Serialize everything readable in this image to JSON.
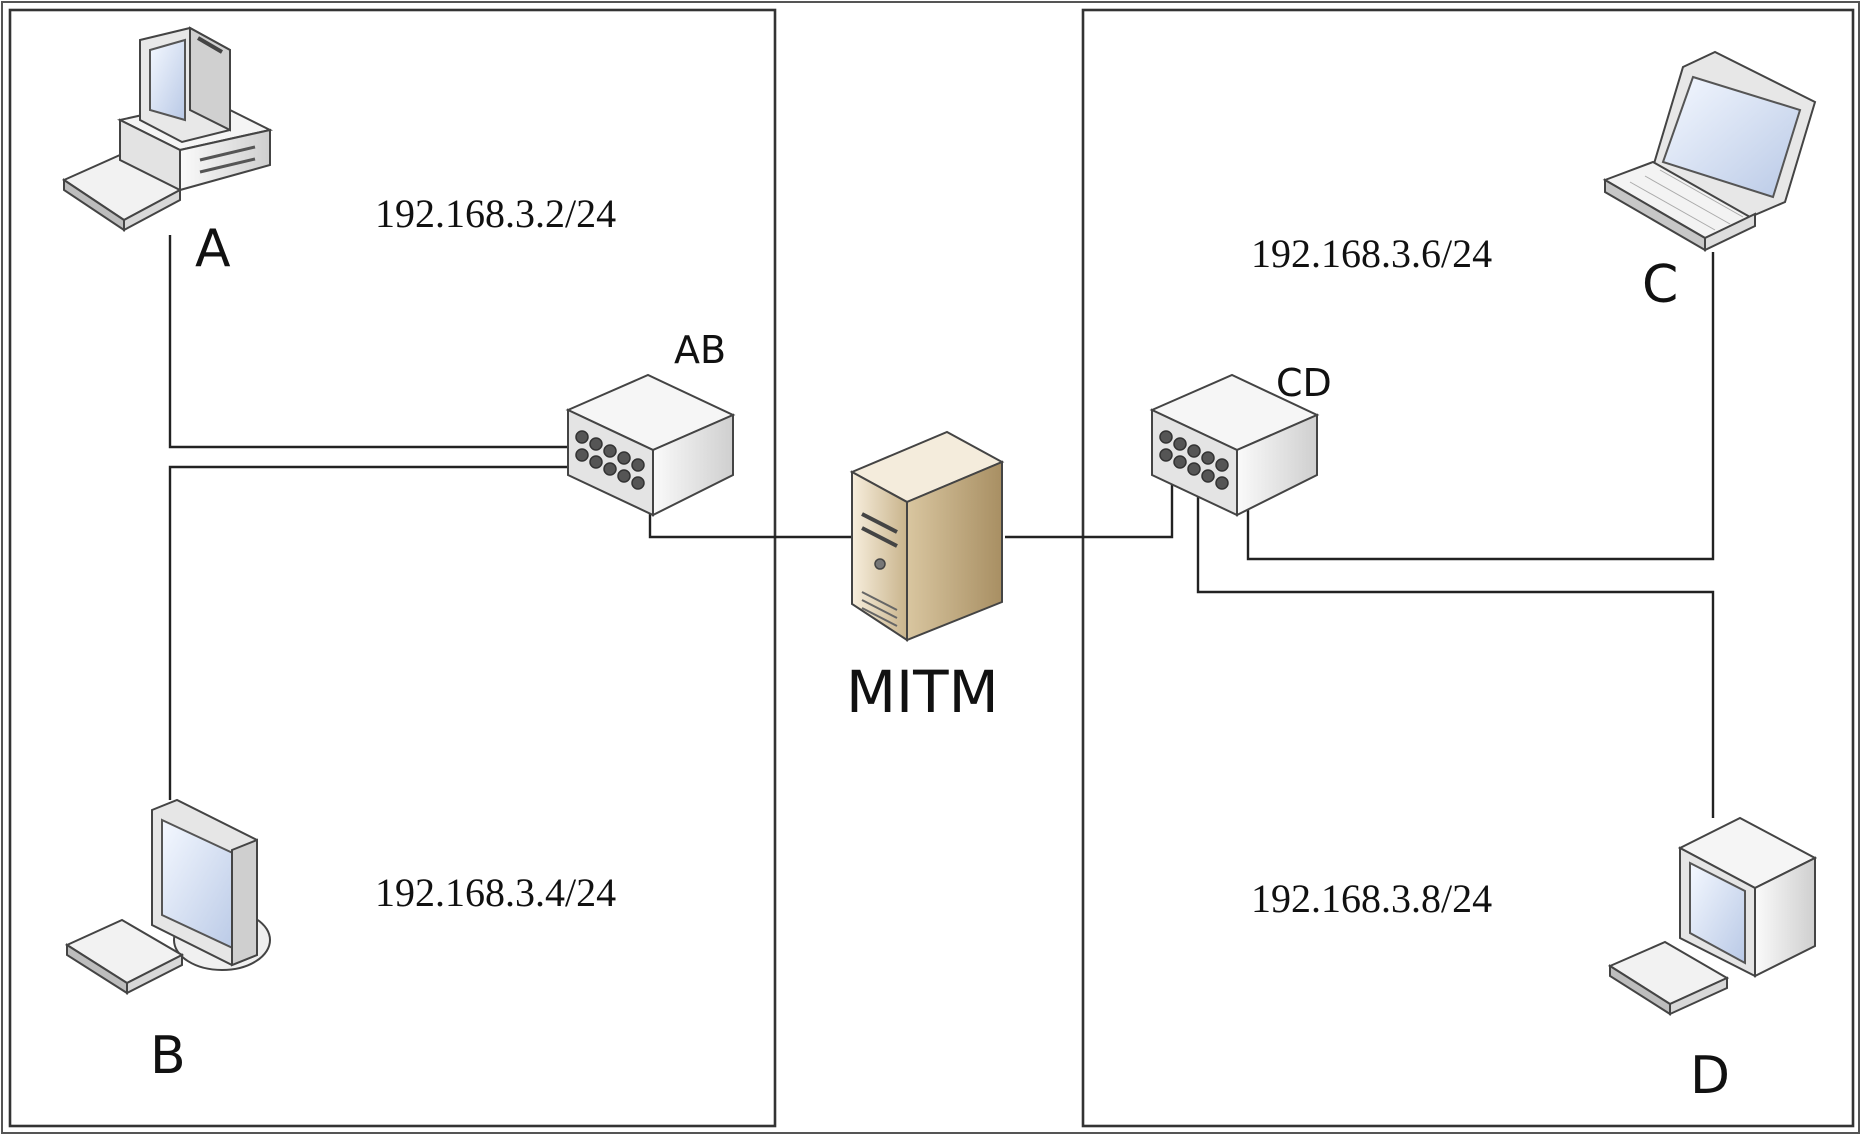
{
  "nodes": {
    "a": {
      "label": "A",
      "ip": "192.168.3.2/24",
      "icon": "desktop-computer-icon"
    },
    "b": {
      "label": "B",
      "ip": "192.168.3.4/24",
      "icon": "monitor-computer-icon"
    },
    "c": {
      "label": "C",
      "ip": "192.168.3.6/24",
      "icon": "laptop-icon"
    },
    "d": {
      "label": "D",
      "ip": "192.168.3.8/24",
      "icon": "desktop-computer-icon"
    }
  },
  "switches": {
    "ab": {
      "label": "AB",
      "icon": "network-switch-icon"
    },
    "cd": {
      "label": "CD",
      "icon": "network-switch-icon"
    }
  },
  "mitm": {
    "label": "MITM",
    "icon": "server-tower-icon"
  }
}
